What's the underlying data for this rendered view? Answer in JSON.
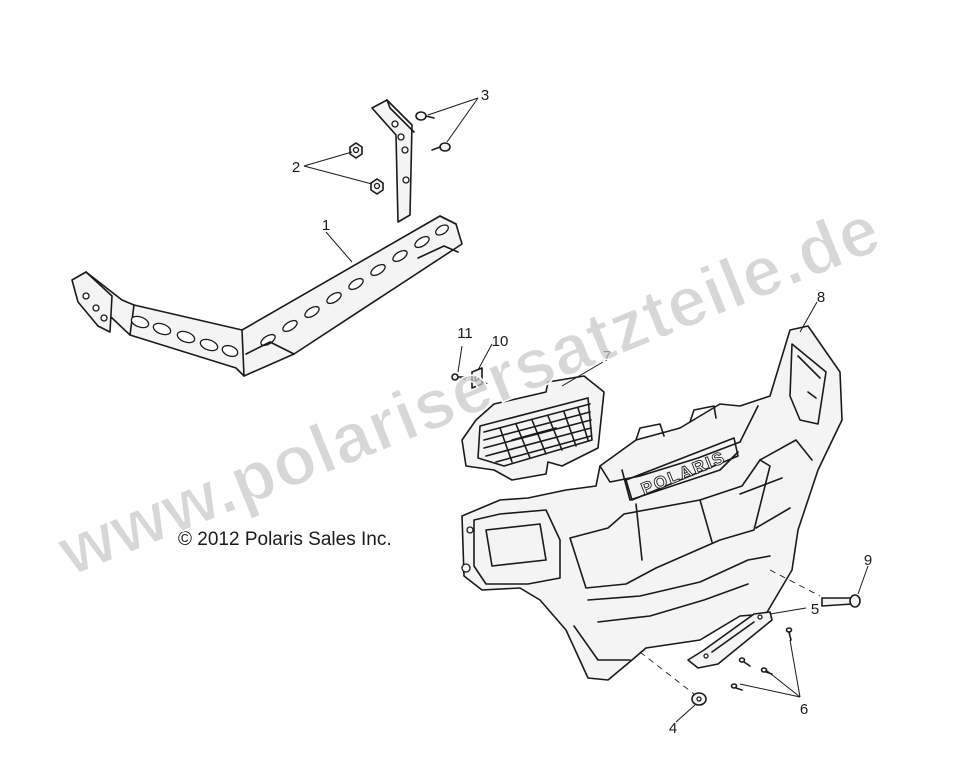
{
  "callouts": {
    "c1": "1",
    "c2": "2",
    "c3": "3",
    "c4": "4",
    "c5": "5",
    "c6": "6",
    "c7": "7",
    "c8": "8",
    "c9": "9",
    "c10": "10",
    "c11": "11"
  },
  "copyright": "© 2012 Polaris Sales Inc.",
  "watermark": "www.polarisersatzteile.de",
  "bumper_brand": "POLARIS",
  "colors": {
    "line": "#1a1a1a",
    "watermark": "#c8c8c8",
    "background": "#ffffff"
  }
}
